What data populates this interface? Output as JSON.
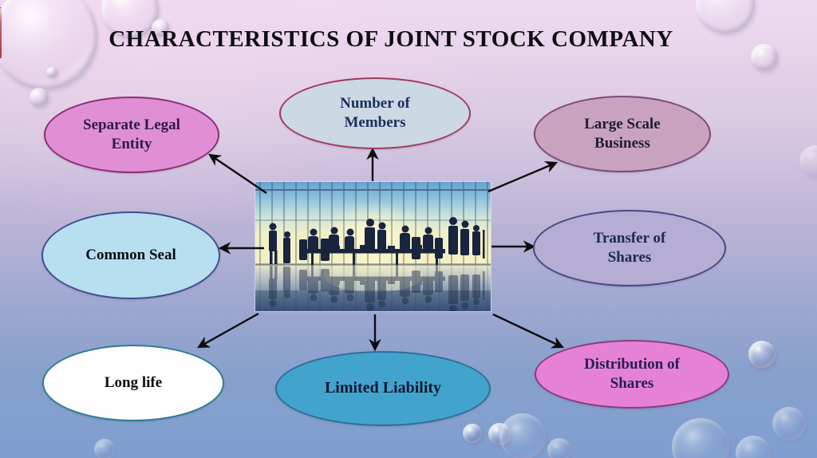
{
  "title": "CHARACTERISTICS OF JOINT STOCK COMPANY",
  "diagram": {
    "center_image": {
      "description": "Silhouettes of business people meeting around a boardroom table in front of bright windows"
    },
    "nodes": [
      {
        "id": "separate-legal-entity",
        "label": "Separate Legal Entity",
        "fill": "#e18fd5",
        "border": "#8c2f76",
        "text_color": "#2b1b45"
      },
      {
        "id": "number-of-members",
        "label": "Number of Members",
        "fill": "#ccd8e3",
        "border": "#a23b5e",
        "text_color": "#1b2f5a"
      },
      {
        "id": "large-scale-business",
        "label": "Large Scale Business",
        "fill": "#c9a2c0",
        "border": "#7d4a78",
        "text_color": "#1d1d35"
      },
      {
        "id": "common-seal",
        "label": "Common Seal",
        "fill": "#b8dff0",
        "border": "#3f4e92",
        "text_color": "#0c0c14"
      },
      {
        "id": "transfer-of-shares",
        "label": "Transfer of Shares",
        "fill": "#b5add3",
        "border": "#474a86",
        "text_color": "#1b2a52"
      },
      {
        "id": "long-life",
        "label": "Long life",
        "fill": "#fefefe",
        "border": "#2e7f90",
        "text_color": "#0c0c14"
      },
      {
        "id": "limited-liability",
        "label": "Limited Liability",
        "fill": "#42a4cd",
        "border": "#2e6f9a",
        "text_color": "#0e1830"
      },
      {
        "id": "distribution-of-shares",
        "label": "Distribution of Shares",
        "fill": "#e681d8",
        "border": "#8c3a80",
        "text_color": "#26204e"
      }
    ],
    "connections": [
      {
        "from": "center",
        "to": "separate-legal-entity"
      },
      {
        "from": "center",
        "to": "number-of-members"
      },
      {
        "from": "center",
        "to": "large-scale-business"
      },
      {
        "from": "center",
        "to": "common-seal"
      },
      {
        "from": "center",
        "to": "transfer-of-shares"
      },
      {
        "from": "center",
        "to": "long-life"
      },
      {
        "from": "center",
        "to": "limited-liability"
      },
      {
        "from": "center",
        "to": "distribution-of-shares"
      }
    ]
  }
}
